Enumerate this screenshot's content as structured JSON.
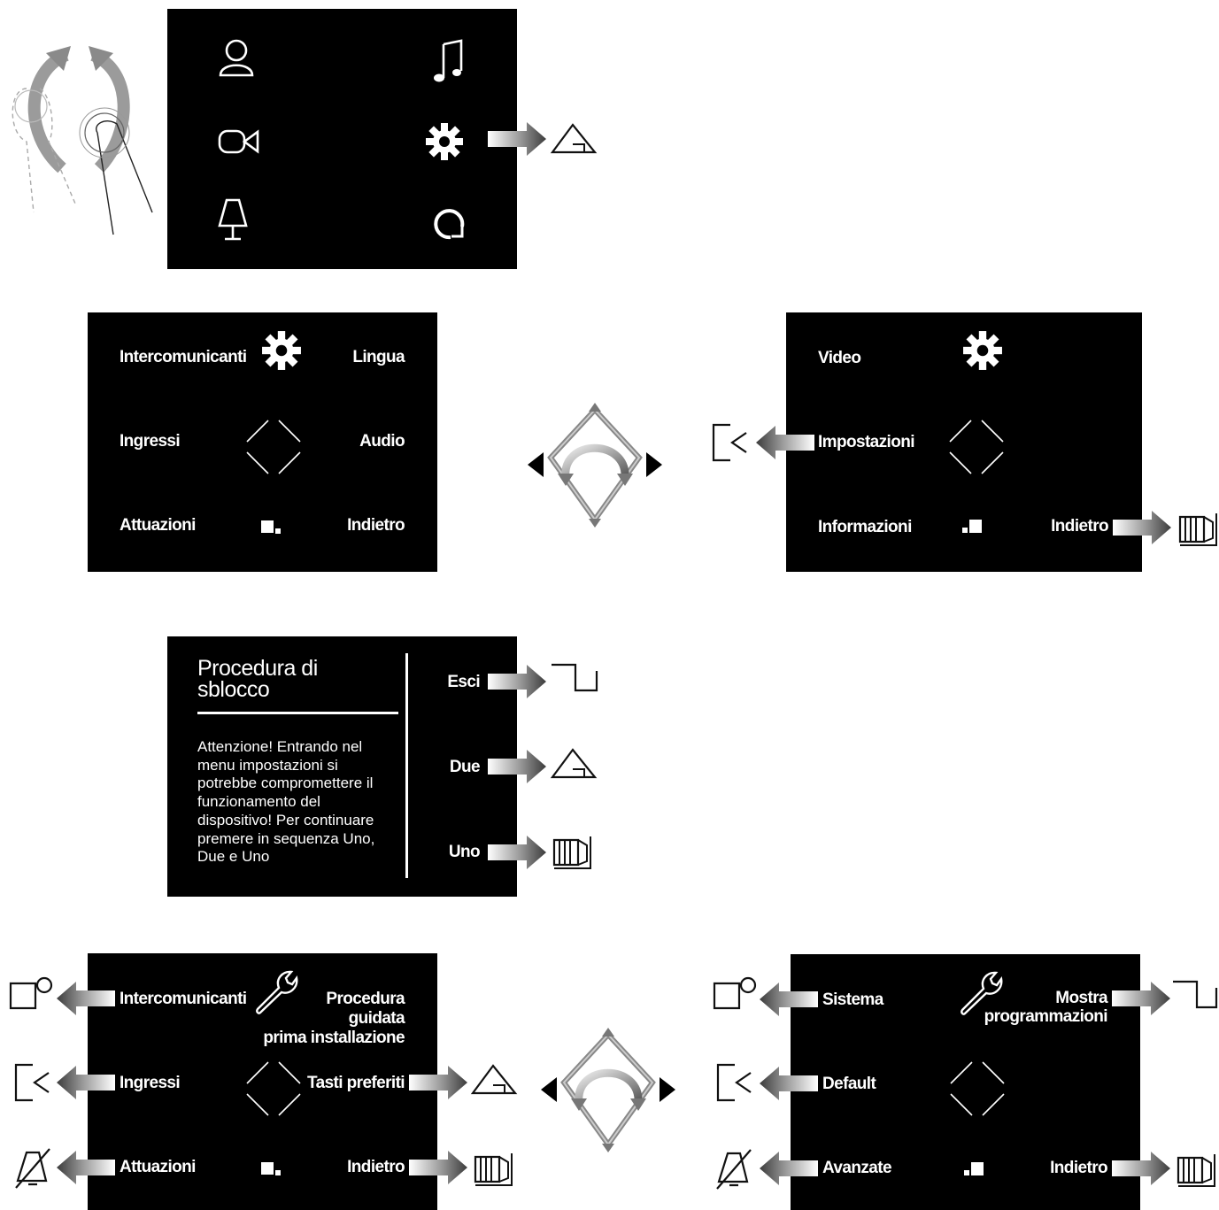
{
  "panel_settings_menu": {
    "top_left": "Intercomunicanti",
    "top_right": "Lingua",
    "mid_left": "Ingressi",
    "mid_right": "Audio",
    "bot_left": "Attuazioni",
    "bot_right": "Indietro"
  },
  "panel_settings_menu_page2": {
    "top_left": "Video",
    "mid_left": "Impostazioni",
    "bot_left": "Informazioni",
    "bot_right": "Indietro"
  },
  "panel_unlock": {
    "title": "Procedura di sblocco",
    "message": "Attenzione! Entrando nel menu impostazioni si potrebbe compromettere il funzionamento del dispositivo! Per continuare premere in sequenza Uno, Due e Uno",
    "button_exit": "Esci",
    "button_two": "Due",
    "button_one": "Uno"
  },
  "panel_install_menu": {
    "top_left": "Intercomunicanti",
    "top_right_line1": "Procedura",
    "top_right_line2": "guidata",
    "top_right_line3": "prima installazione",
    "mid_left": "Ingressi",
    "mid_right": "Tasti preferiti",
    "bot_left": "Attuazioni",
    "bot_right": "Indietro"
  },
  "panel_install_menu_page2": {
    "top_left": "Sistema",
    "top_right_line1": "Mostra",
    "top_right_line2": "programmazioni",
    "mid_left": "Default",
    "bot_left": "Avanzate",
    "bot_right": "Indietro"
  },
  "icons": {
    "home_menu": [
      "user-icon",
      "music-note-icon",
      "camera-icon",
      "gear-icon",
      "lamp-icon",
      "refresh-icon"
    ],
    "side_buttons": [
      "triangle-button-icon",
      "bracket-button-icon",
      "stripes-button-icon",
      "step-button-icon",
      "circle-button-icon",
      "muted-bell-icon"
    ]
  },
  "colors": {
    "panel": "#000000",
    "text": "#ffffff",
    "arrow_dark": "#555555",
    "arrow_light": "#ffffff"
  }
}
